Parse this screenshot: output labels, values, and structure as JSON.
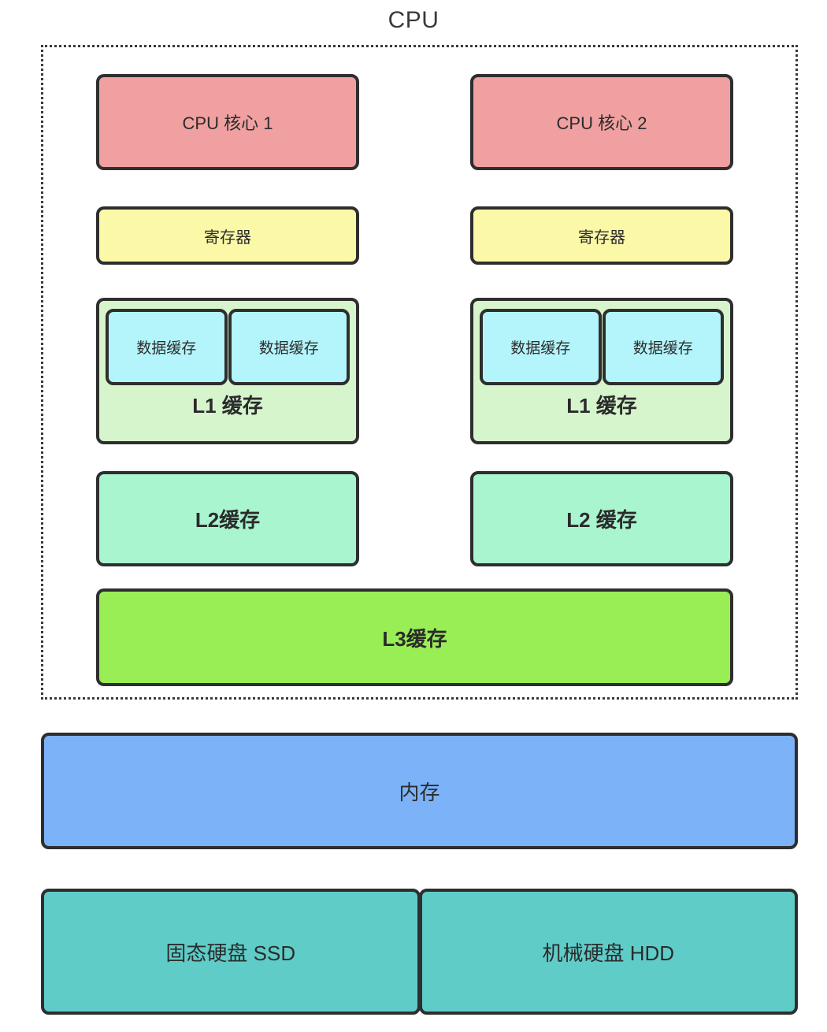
{
  "diagram": {
    "title": "CPU",
    "type": "memory-hierarchy-diagram",
    "cpu_container": {
      "label": "CPU",
      "border_style": "dotted"
    },
    "cores": [
      {
        "name": "CPU 核心 1",
        "color": "#f0a0a0",
        "register": {
          "label": "寄存器",
          "color": "#fbf9a8"
        },
        "l1": {
          "label": "L1 缓存",
          "color": "#d6f5cd",
          "sub_blocks": [
            {
              "label": "数据缓存",
              "color": "#b4f4fb"
            },
            {
              "label": "数据缓存",
              "color": "#b4f4fb"
            }
          ]
        },
        "l2": {
          "label": "L2缓存",
          "color": "#a8f5cf"
        }
      },
      {
        "name": "CPU 核心 2",
        "color": "#f0a0a0",
        "register": {
          "label": "寄存器",
          "color": "#fbf9a8"
        },
        "l1": {
          "label": "L1 缓存",
          "color": "#d6f5cd",
          "sub_blocks": [
            {
              "label": "数据缓存",
              "color": "#b4f4fb"
            },
            {
              "label": "数据缓存",
              "color": "#b4f4fb"
            }
          ]
        },
        "l2": {
          "label": "L2 缓存",
          "color": "#a8f5cf"
        }
      }
    ],
    "l3": {
      "label": "L3缓存",
      "color": "#99ee55"
    },
    "memory": {
      "label": "内存",
      "color": "#7cb2f7"
    },
    "storage": [
      {
        "label": "固态硬盘 SSD",
        "color": "#5fccc8"
      },
      {
        "label": "机械硬盘 HDD",
        "color": "#5fccc8"
      }
    ],
    "colors": {
      "border": "#2e2e2e",
      "text": "#2b2b2b",
      "background": "#ffffff"
    }
  }
}
